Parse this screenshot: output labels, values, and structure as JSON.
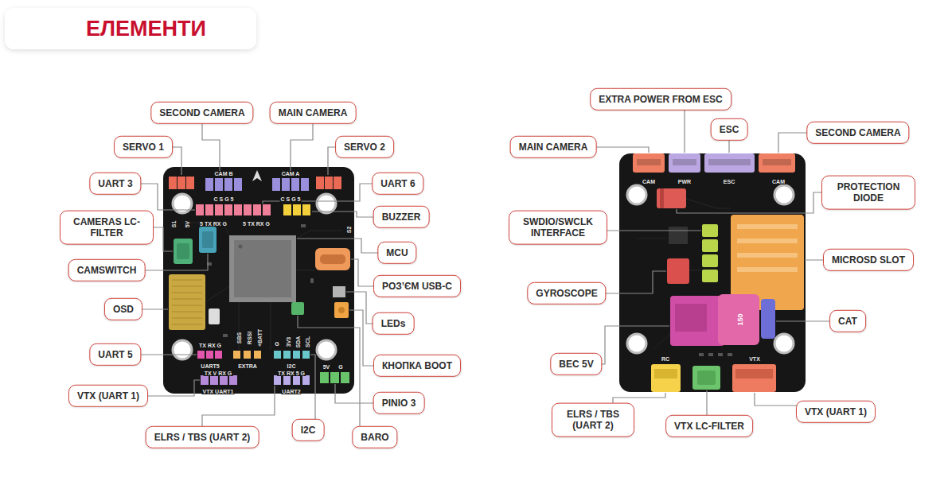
{
  "diagram": {
    "title": "ЕЛЕМЕНТИ",
    "nodes": [
      {
        "text": [
          "SECOND CAMERA"
        ]
      },
      {
        "text": [
          "MAIN CAMERA"
        ]
      },
      {
        "text": [
          "SERVO 1"
        ]
      },
      {
        "text": [
          "SERVO 2"
        ]
      },
      {
        "text": [
          "UART 3"
        ]
      },
      {
        "text": [
          "UART 6"
        ]
      },
      {
        "text": [
          "CAMERAS LC-FILTER"
        ]
      },
      {
        "text": [
          "BUZZER"
        ]
      },
      {
        "text": [
          "MCU"
        ]
      },
      {
        "text": [
          "CAMSWITCH"
        ]
      },
      {
        "text": [
          "РОЗ’ЄМ USB-C"
        ]
      },
      {
        "text": [
          "OSD"
        ]
      },
      {
        "text": [
          "LEDs"
        ]
      },
      {
        "text": [
          "UART 5"
        ]
      },
      {
        "text": [
          "КНОПКА BOOT"
        ]
      },
      {
        "text": [
          "VTX (UART 1)"
        ]
      },
      {
        "text": [
          "PINIO 3"
        ]
      },
      {
        "text": [
          "ELRS / TBS (UART 2)"
        ]
      },
      {
        "text": [
          "I2C"
        ]
      },
      {
        "text": [
          "BARO"
        ]
      },
      {
        "text": [
          "EXTRA POWER FROM ESC"
        ]
      },
      {
        "text": [
          "ESC"
        ]
      },
      {
        "text": [
          "SECOND CAMERA"
        ]
      },
      {
        "text": [
          "MAIN CAMERA"
        ]
      },
      {
        "text": [
          "PROTECTION DIODE"
        ]
      },
      {
        "text": [
          "SWDIO/SWCLK INTERFACE"
        ]
      },
      {
        "text": [
          "MICROSD SLOT"
        ]
      },
      {
        "text": [
          "GYROSCOPE"
        ]
      },
      {
        "text": [
          "CAT"
        ]
      },
      {
        "text": [
          "BEC 5V"
        ]
      },
      {
        "text": [
          "ELRS / TBS (UART 2)"
        ]
      },
      {
        "text": [
          "VTX LC-FILTER"
        ]
      },
      {
        "text": [
          "VTX (UART 1)"
        ]
      }
    ],
    "labels": [
      "CAM B",
      "CAM A",
      "C S G 5",
      "C S G 5",
      "5 TX RX G",
      "5 TX RX G",
      "S1",
      "5V",
      "S2",
      "TX RX G",
      "UART5",
      "SBS",
      "RSSI",
      "+BATT",
      "EXTRA",
      "G",
      "3V3",
      "SDA",
      "SCL",
      "I2C",
      "TX V RX G",
      "VTX UART1",
      "TX RX 5 G",
      "UART2",
      "5V",
      "G",
      "CAM",
      "PWR",
      "ESC",
      "CAM",
      "RC",
      "VTX",
      "150"
    ]
  }
}
